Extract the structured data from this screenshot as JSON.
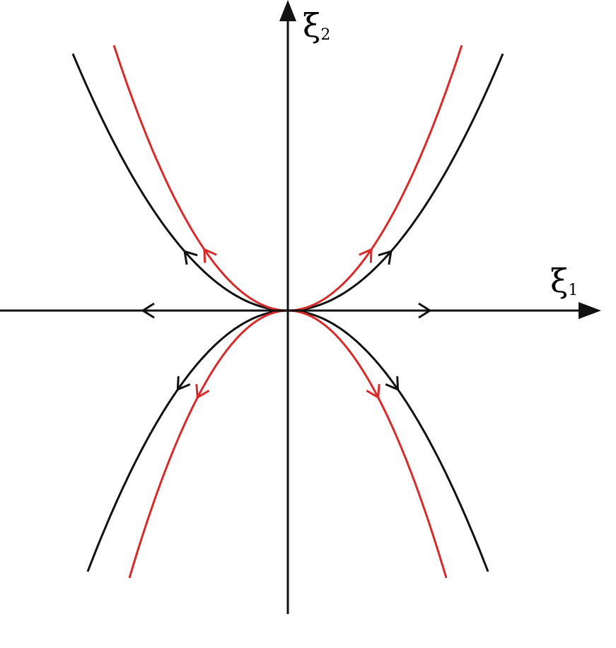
{
  "labels": {
    "horizontal_axis": {
      "symbol": "ξ",
      "subscript": "1"
    },
    "vertical_axis": {
      "symbol": "ξ",
      "subscript": "2"
    }
  },
  "colors": {
    "axes": "#111111",
    "outer_trajectories": "#111111",
    "inner_trajectories": "#d92a2a"
  },
  "trajectories": [
    {
      "name": "black-upper-left",
      "family": "outer",
      "side": "left",
      "direction": "outward"
    },
    {
      "name": "black-upper-right",
      "family": "outer",
      "side": "right",
      "direction": "outward"
    },
    {
      "name": "red-upper-left",
      "family": "inner",
      "side": "left",
      "direction": "outward"
    },
    {
      "name": "red-upper-right",
      "family": "inner",
      "side": "right",
      "direction": "outward"
    },
    {
      "name": "black-lower-left",
      "family": "outer",
      "side": "left",
      "direction": "outward"
    },
    {
      "name": "black-lower-right",
      "family": "outer",
      "side": "right",
      "direction": "outward"
    },
    {
      "name": "red-lower-left",
      "family": "inner",
      "side": "left",
      "direction": "outward"
    },
    {
      "name": "red-lower-right",
      "family": "inner",
      "side": "right",
      "direction": "outward"
    }
  ]
}
